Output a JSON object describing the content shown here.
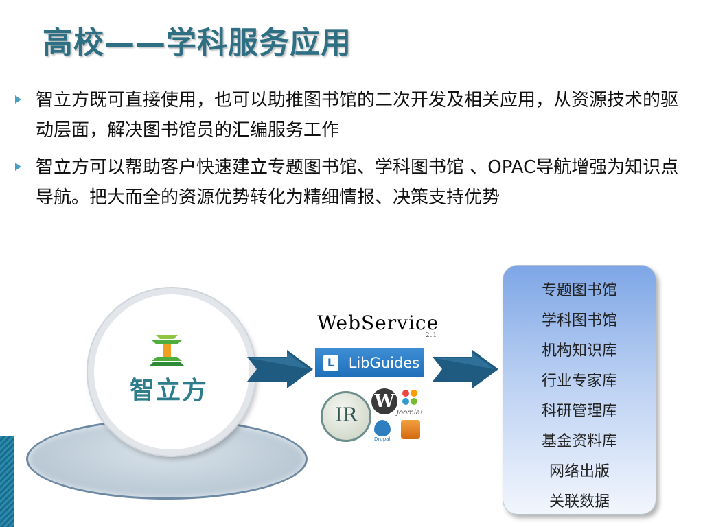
{
  "title": "高校——学科服务应用",
  "bullets": [
    "智立方既可直接使用，也可以助推图书馆的二次开发及相关应用，从资源技术的驱动层面，解决图书馆员的汇编服务工作",
    "智立方可以帮助客户快速建立专题图书馆、学科图书馆 、OPAC导航增强为知识点导航。把大而全的资源优势转化为精细情报、决策支持优势"
  ],
  "logo": {
    "text": "智立方"
  },
  "services": {
    "webservice": "WebService",
    "webservice_version": "2.1",
    "libguides_icon": "L",
    "libguides": "LibGuides",
    "ir": "IR",
    "wordpress": "W",
    "joomla": "Joomla!",
    "drupal": "Drupal"
  },
  "outputs": [
    "专题图书馆",
    "学科图书馆",
    "机构知识库",
    "行业专家库",
    "科研管理库",
    "基金资料库",
    "网络出版",
    "关联数据"
  ],
  "colors": {
    "title": "#2f6f84",
    "arrow": "#1f5a80",
    "panel_top": "#7ea6e6"
  }
}
